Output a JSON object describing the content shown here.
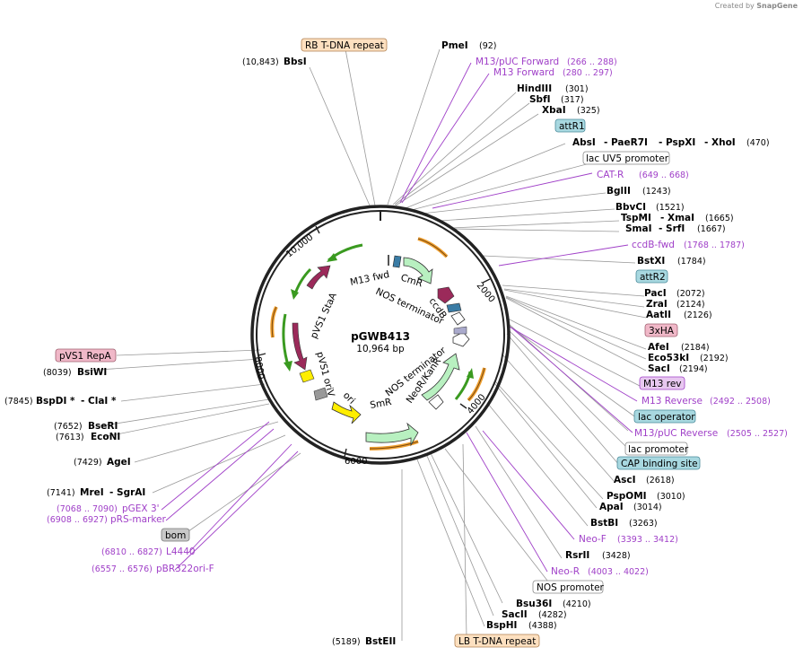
{
  "branding": {
    "created_by": "Created by",
    "product": "SnapGene"
  },
  "plasmid": {
    "name": "pGWB413",
    "length_label": "10,964 bp"
  },
  "ticks": [
    "2000",
    "4000",
    "6000",
    "8000",
    "10,000"
  ],
  "internal_labels": {
    "m13_fwd": "M13 fwd",
    "cmr": "CmR",
    "nos_term1": "NOS terminator",
    "ccdb": "ccdB",
    "nos_term2": "NOS terminator",
    "neor": "NeoR/KanR",
    "smr": "SmR",
    "ori": "ori",
    "pvs1_stab": "pVS1 StaA",
    "pvs1_oriv": "pVS1 oriV"
  },
  "features_boxed": {
    "rb": "RB T-DNA repeat",
    "attr1": "attR1",
    "lacuv5": "lac UV5 promoter",
    "attr2": "attR2",
    "ha3": "3xHA",
    "m13rev": "M13 rev",
    "lacop": "lac operator",
    "lacprom": "lac promoter",
    "cap": "CAP binding site",
    "nosprom": "NOS promoter",
    "lb": "LB T-DNA repeat",
    "bom": "bom",
    "repa": "pVS1 RepA"
  },
  "right_labels": {
    "pmei": "PmeI",
    "pmei_pos": "(92)",
    "m13puc_f": "M13/pUC Forward",
    "m13puc_f_pos": "(266 .. 288)",
    "m13_f": "M13 Forward",
    "m13_f_pos": "(280 .. 297)",
    "hindiii": "HindIII",
    "hindiii_pos": "(301)",
    "sbfi": "SbfI",
    "sbfi_pos": "(317)",
    "xbai": "XbaI",
    "xbai_pos": "(325)",
    "absi": "AbsI",
    "paer7i": "- PaeR7I",
    "pspxi": "- PspXI",
    "xhoi": "- XhoI",
    "xhoi_pos": "(470)",
    "catr": "CAT-R",
    "catr_pos": "(649 .. 668)",
    "bglii": "BglII",
    "bglii_pos": "(1243)",
    "bbvci": "BbvCI",
    "bbvci_pos": "(1521)",
    "tspmi": "TspMI",
    "xmai": "- XmaI",
    "xmai_pos": "(1665)",
    "smai": "SmaI",
    "srfi": "- SrfI",
    "srfi_pos": "(1667)",
    "ccdbfwd": "ccdB-fwd",
    "ccdbfwd_pos": "(1768 .. 1787)",
    "bstxi": "BstXI",
    "bstxi_pos": "(1784)",
    "paci": "PacI",
    "paci_pos": "(2072)",
    "zrai": "ZraI",
    "zrai_pos": "(2124)",
    "aatii": "AatII",
    "aatii_pos": "(2126)",
    "afei": "AfeI",
    "afei_pos": "(2184)",
    "eco53ki": "Eco53kI",
    "eco53ki_pos": "(2192)",
    "saci": "SacI",
    "saci_pos": "(2194)",
    "m13r": "M13 Reverse",
    "m13r_pos": "(2492 .. 2508)",
    "m13pucr": "M13/pUC Reverse",
    "m13pucr_pos": "(2505 .. 2527)",
    "asci": "AscI",
    "asci_pos": "(2618)",
    "pspomi": "PspOMI",
    "pspomi_pos": "(3010)",
    "apai": "ApaI",
    "apai_pos": "(3014)",
    "bstbi": "BstBI",
    "bstbi_pos": "(3263)",
    "neof": "Neo-F",
    "neof_pos": "(3393 .. 3412)",
    "rsrii": "RsrII",
    "rsrii_pos": "(3428)",
    "neor_p": "Neo-R",
    "neor_p_pos": "(4003 .. 4022)",
    "bsu36i": "Bsu36I",
    "bsu36i_pos": "(4210)",
    "sacii": "SacII",
    "sacii_pos": "(4282)",
    "bsphi": "BspHI",
    "bsphi_pos": "(4388)"
  },
  "left_labels": {
    "bbsi_pos": "(10,843)",
    "bbsi": "BbsI",
    "bsiwi_pos": "(8039)",
    "bsiwi": "BsiWI",
    "bspdi_pos": "(7845)",
    "bspdi": "BspDI *",
    "clai": "- ClaI *",
    "bseri_pos": "(7652)",
    "bseri": "BseRI",
    "econi_pos": "(7613)",
    "econi": "EcoNI",
    "agei_pos": "(7429)",
    "agei": "AgeI",
    "mrei_pos": "(7141)",
    "mrei": "MreI",
    "sgrai": "- SgrAI",
    "pgex_pos": "(7068 .. 7090)",
    "pgex": "pGEX 3'",
    "prs_pos": "(6908 .. 6927)",
    "prs": "pRS-marker",
    "l4440_pos": "(6810 .. 6827)",
    "l4440": "L4440",
    "pbr_pos": "(6557 .. 6576)",
    "pbr": "pBR322ori-F",
    "bsteii_pos": "(5189)",
    "bsteii": "BstEII"
  },
  "colors": {
    "primer": "#a040c8",
    "ring": "#222222",
    "cmr": "#b8f0c0",
    "ccdb": "#9b2a5a",
    "orf_orange": "#f0a030",
    "green_arrow": "#3a9a20",
    "ori_yellow": "#ffee00",
    "attr_box": "#a8d8e0",
    "lac_box": "#c8e0e8",
    "rb_box": "#fde0c0",
    "repa_box": "#f0b8c8",
    "bom_box": "#c8c8c8"
  }
}
